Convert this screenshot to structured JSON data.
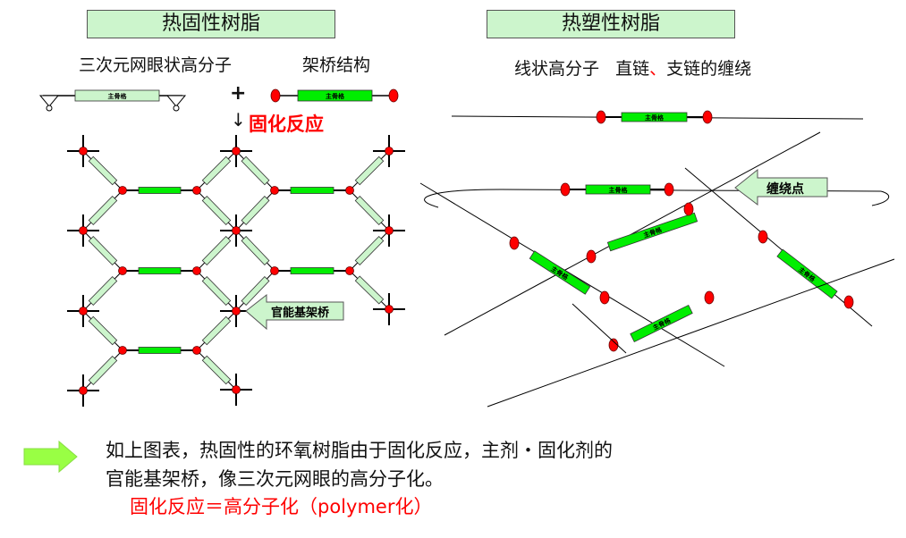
{
  "left_panel": {
    "title": "热固性树脂",
    "subtitle_network": "三次元网眼状高分子",
    "subtitle_crosslink": "架桥结构",
    "plus_sign": "+",
    "reaction_arrow": "↓",
    "reaction_label": "固化反应",
    "backbone_label": "主骨格",
    "callout_label": "官能基架桥"
  },
  "right_panel": {
    "title": "热塑性树脂",
    "subtitle_linear": "线状高分子",
    "subtitle_chain_a": "直链",
    "subtitle_sep": "、",
    "subtitle_chain_b": "支链的缠绕",
    "backbone_label": "主骨格",
    "callout_label": "缠绕点"
  },
  "footer": {
    "line1": "如上图表，热固性的环氧树脂由于固化反应，主剂・固化剂的",
    "line2": "官能基架桥，像三次元网眼的高分子化。",
    "line3": "固化反应＝高分子化（polymer化）"
  },
  "colors": {
    "title_fill": "#ccf5cc",
    "backbone_light": "#ccf5cc",
    "backbone_bright": "#00ee00",
    "node_red": "#ff0000",
    "accent_red": "#ff0000",
    "arrow_green": "#99ff44"
  }
}
